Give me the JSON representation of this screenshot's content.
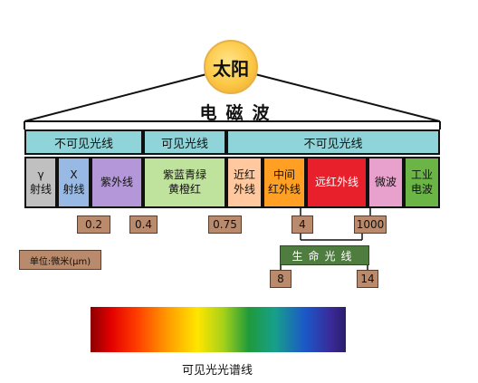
{
  "sun": {
    "label": "太阳"
  },
  "title": "电磁波",
  "bands": {
    "left": "不可见光线",
    "middle": "可见光线",
    "right": "不可见光线"
  },
  "cells": {
    "gamma": "γ\n射线",
    "xray": "X\n射线",
    "uv": "紫外线",
    "visible": "紫蓝青绿\n黄橙红",
    "near_ir": "近红\n外线",
    "mid_ir": "中间\n红外线",
    "far_ir": "远红外线",
    "microwave": "微波",
    "industrial": "工业\n电波"
  },
  "ticks": {
    "t1": "0.2",
    "t2": "0.4",
    "t3": "0.75",
    "t4": "4",
    "t5": "1000"
  },
  "unit": "单位:微米(μm)",
  "life": {
    "label": "生命光线",
    "min": "8",
    "max": "14"
  },
  "spectrum_label": "可见光光谱线",
  "colors": {
    "band": "#8fd4d8",
    "gamma": "#c0c0c0",
    "xray": "#98b9e3",
    "uv": "#b397d8",
    "visible": "#bfe29c",
    "near_ir": "#ffc89e",
    "mid_ir": "#ffa024",
    "far_ir": "#e8202c",
    "microwave": "#e8a0cc",
    "industrial": "#6ab545",
    "tick": "#b98a6c",
    "life": "#4e7d3f"
  }
}
